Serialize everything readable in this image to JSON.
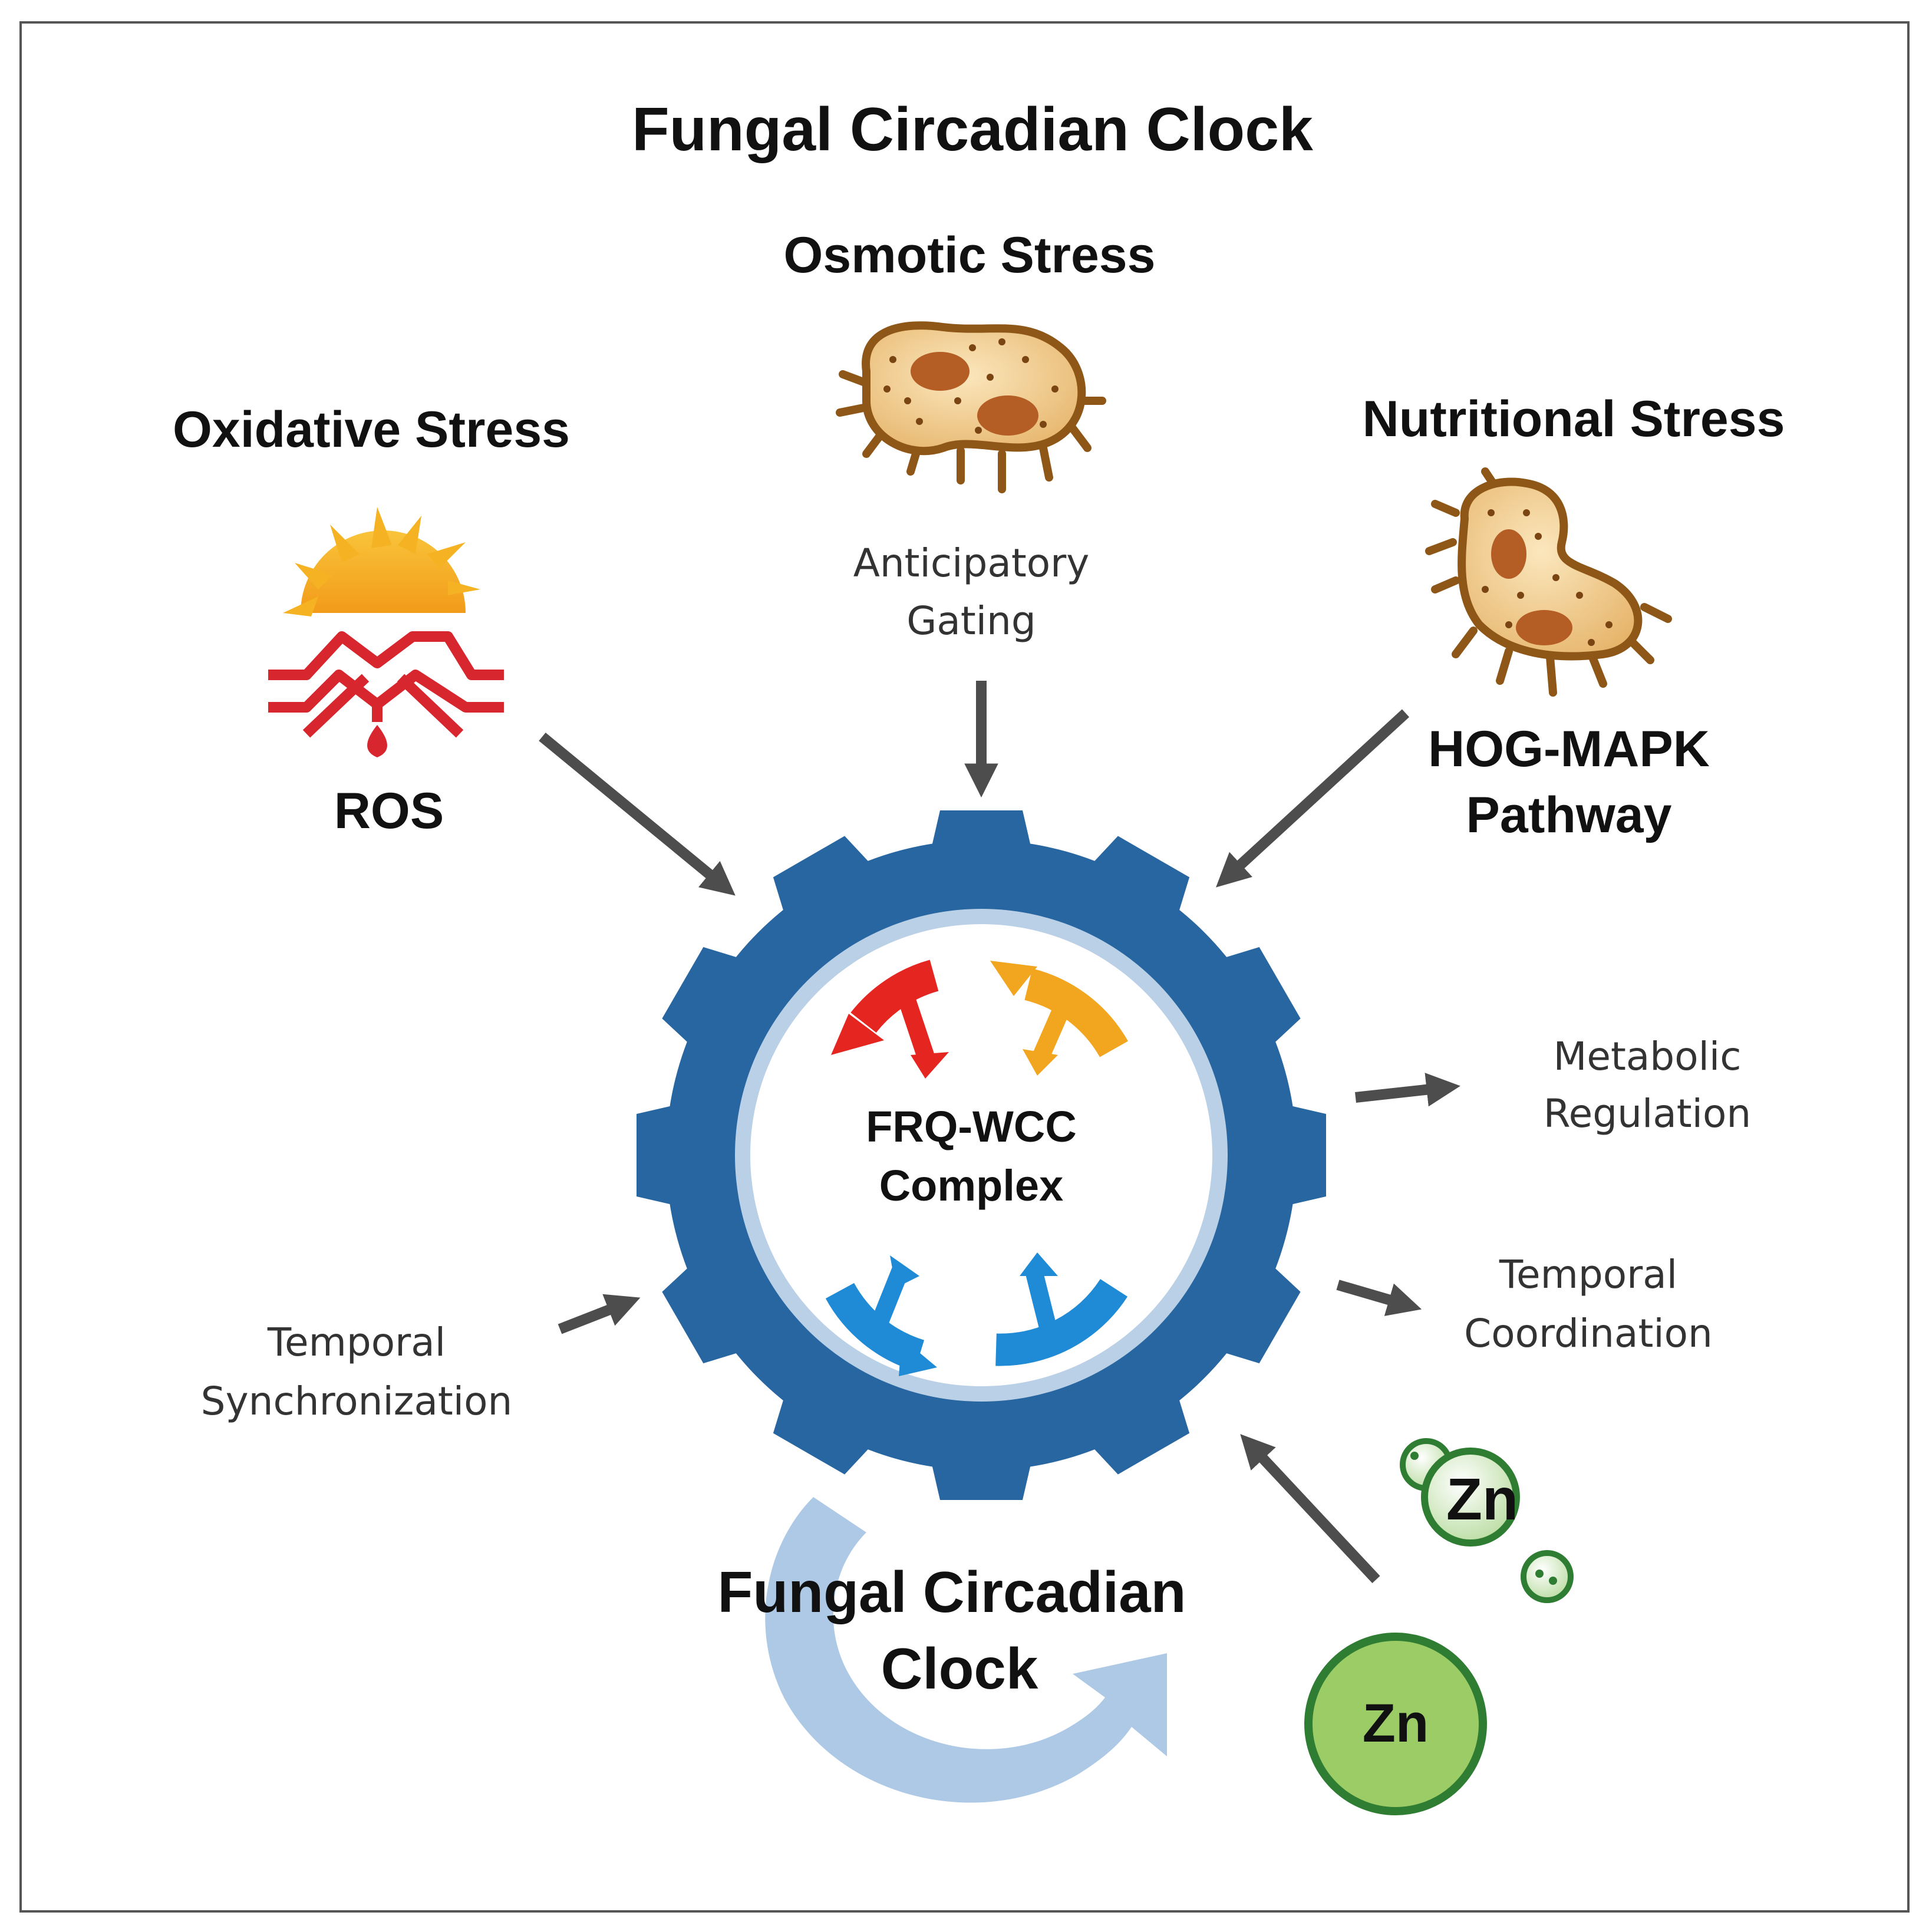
{
  "title": "Fungal Circadian Clock",
  "stresses": {
    "oxidative": {
      "heading": "Oxidative Stress",
      "label": "ROS"
    },
    "osmotic": {
      "heading": "Osmotic Stress",
      "caption_line1": "Anticipatory",
      "caption_line2": "Gating"
    },
    "nutritional": {
      "heading": "Nutritional Stress",
      "label_line1": "HOG-MAPK",
      "label_line2": "Pathway"
    }
  },
  "core": {
    "line1": "FRQ-WCC",
    "line2": "Complex"
  },
  "outputs": {
    "metabolic": {
      "line1": "Metabolic",
      "line2": "Regulation"
    },
    "temporal_coordination": {
      "line1": "Temporal",
      "line2": "Coordination"
    }
  },
  "inputs": {
    "temporal_synchronization": {
      "line1": "Temporal",
      "line2": "Synchronization"
    }
  },
  "cycle": {
    "line1": "Fungal Circadian",
    "line2": "Clock"
  },
  "zinc": {
    "small": "Zn",
    "large": "Zn"
  },
  "colors": {
    "gear": "#2766a0",
    "gear_ring": "#b9d0e6",
    "arc_red": "#e52520",
    "arc_orange": "#f2a51e",
    "arc_blue": "#1f8ad6",
    "arrow": "#4d4d4d",
    "cycle_arrow": "#a9c6e4",
    "zinc_green": "#9ccc65",
    "zinc_border": "#2f7d32",
    "ros_red": "#d7262d",
    "sun": "#f5b324",
    "cell_fill": "#f2d197",
    "cell_border": "#8e5718",
    "nucleus": "#b45d25"
  },
  "icons": [
    "sun-icon",
    "ros-molecule-icon",
    "cell-icon",
    "zinc-ion-icon",
    "gear-icon"
  ]
}
